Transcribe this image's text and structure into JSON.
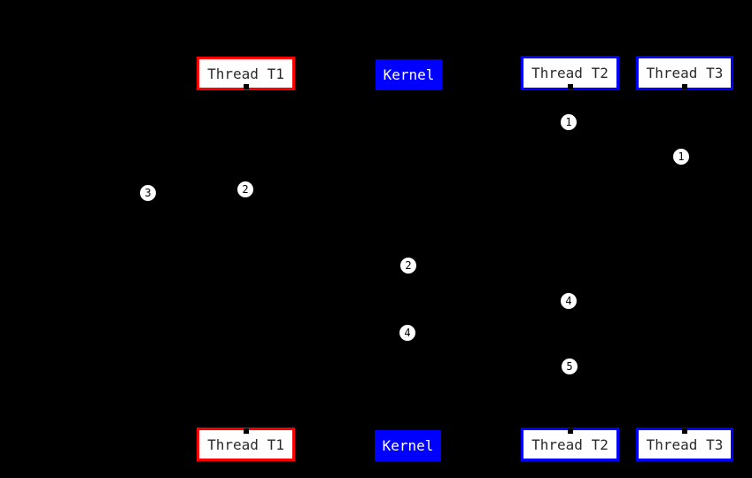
{
  "diagram": {
    "type": "sequence-diagram",
    "background_color": "#000000",
    "colors": {
      "thread_t1_border": "#ff0000",
      "thread_t2_border": "#0000ff",
      "thread_t3_border": "#0000ff",
      "kernel_fill": "#0000ff",
      "box_fill": "#ffffff",
      "box_text": "#2b2b2b",
      "kernel_text": "#ffffff",
      "marker_fill": "#ffffff",
      "marker_text": "#000000"
    },
    "entities": [
      {
        "label": "Thread T1"
      },
      {
        "label": "Kernel"
      },
      {
        "label": "Thread T2"
      },
      {
        "label": "Thread T3"
      }
    ],
    "markers": [
      {
        "num": "1"
      },
      {
        "num": "1"
      },
      {
        "num": "3"
      },
      {
        "num": "2"
      },
      {
        "num": "2"
      },
      {
        "num": "4"
      },
      {
        "num": "4"
      },
      {
        "num": "5"
      }
    ]
  }
}
